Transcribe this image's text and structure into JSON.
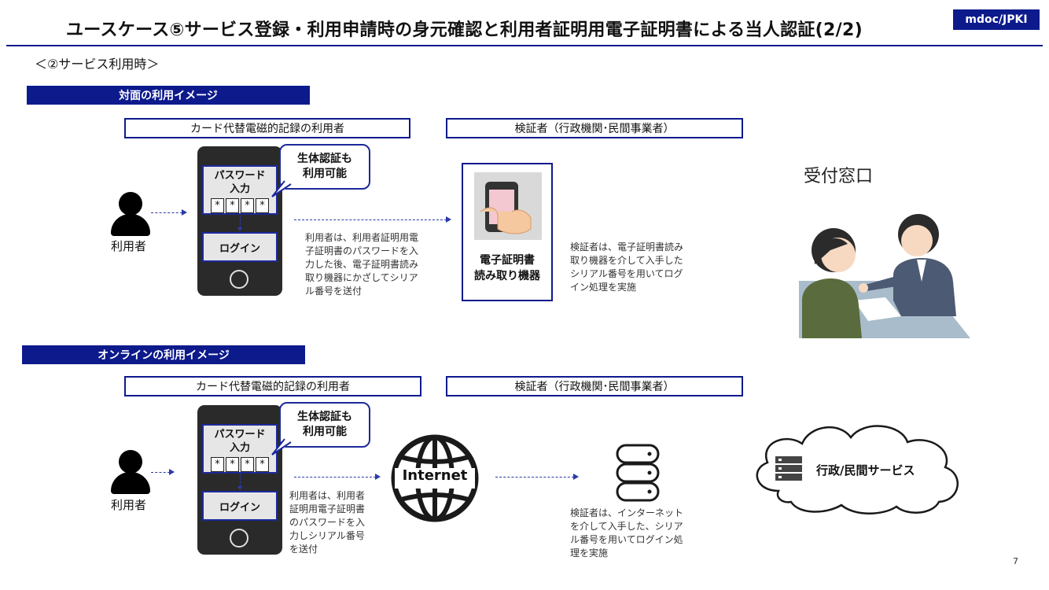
{
  "header": {
    "title": "ユースケース⑤サービス登録・利用申請時の身元確認と利用者証明用電子証明書による当人認証(2/2)",
    "tag": "mdoc/JPKI",
    "subtitle": "＜②サービス利用時＞"
  },
  "in_person": {
    "section_label": "対面の利用イメージ",
    "user_box": "カード代替電磁的記録の利用者",
    "verifier_box": "検証者（行政機関･民間事業者）",
    "user_label": "利用者",
    "phone": {
      "password_label_1": "パスワード",
      "password_label_2": "入力",
      "stars": [
        "*",
        "*",
        "*",
        "*"
      ],
      "login_label": "ログイン"
    },
    "bubble": {
      "line1": "生体認証も",
      "line2": "利用可能"
    },
    "user_desc": [
      "利用者は、利用者証明用電",
      "子証明書のパスワードを入",
      "力した後、電子証明書読み",
      "取り機器にかざしてシリア",
      "ル番号を送付"
    ],
    "reader": {
      "line1": "電子証明書",
      "line2": "読み取り機器"
    },
    "verifier_desc": [
      "検証者は、電子証明書読み",
      "取り機器を介して入手した",
      "シリアル番号を用いてログ",
      "イン処理を実施"
    ],
    "counter_title": "受付窓口"
  },
  "online": {
    "section_label": "オンラインの利用イメージ",
    "user_box": "カード代替電磁的記録の利用者",
    "verifier_box": "検証者（行政機関･民間事業者）",
    "user_label": "利用者",
    "phone": {
      "password_label_1": "パスワード",
      "password_label_2": "入力",
      "stars": [
        "*",
        "*",
        "*",
        "*"
      ],
      "login_label": "ログイン"
    },
    "bubble": {
      "line1": "生体認証も",
      "line2": "利用可能"
    },
    "user_desc": [
      "利用者は、利用者",
      "証明用電子証明書",
      "のパスワードを入",
      "力しシリアル番号",
      "を送付"
    ],
    "internet_label": "Internet",
    "verifier_desc": [
      "検証者は、インターネット",
      "を介して入手した、シリア",
      "ル番号を用いてログイン処",
      "理を実施"
    ],
    "service_label": "行政/民間サービス"
  },
  "footer": {
    "page_number": "7"
  },
  "colors": {
    "primary": "#0d1a8c",
    "arrow": "#2b3aa8"
  }
}
